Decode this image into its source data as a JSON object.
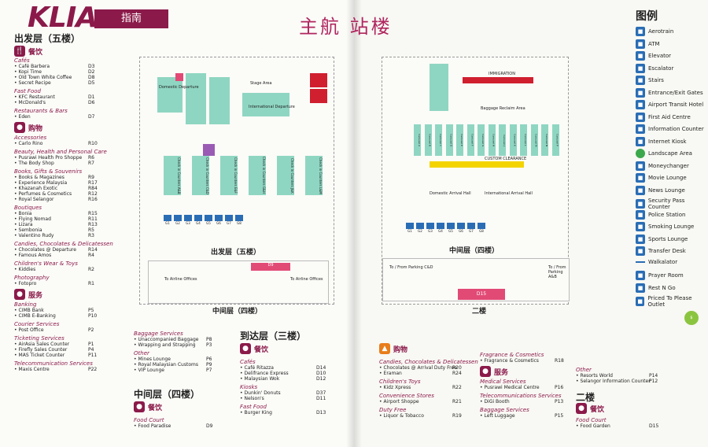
{
  "brand": "KLIA",
  "guide_tag": "指南",
  "main_title": "主航 站楼",
  "left_column": {
    "heading": "出发层（五楼）",
    "food_label": "餐饮",
    "shopping_label": "购物",
    "services_label": "服务",
    "groups": {
      "cafes": {
        "title": "Cafés",
        "items": [
          {
            "name": "Café Barbera",
            "code": "D3"
          },
          {
            "name": "Kopi Time",
            "code": "D2"
          },
          {
            "name": "Old Town White Coffee",
            "code": "D8"
          },
          {
            "name": "Secret Recipe",
            "code": "D5"
          }
        ]
      },
      "fast_food": {
        "title": "Fast Food",
        "items": [
          {
            "name": "KFC Restaurant",
            "code": "D1"
          },
          {
            "name": "McDonald's",
            "code": "D6"
          }
        ]
      },
      "restaurants": {
        "title": "Restaurants & Bars",
        "items": [
          {
            "name": "Eden",
            "code": "D7"
          }
        ]
      },
      "accessories": {
        "title": "Accessories",
        "items": [
          {
            "name": "Carlo Rino",
            "code": "R10"
          }
        ]
      },
      "beauty": {
        "title": "Beauty, Health and Personal Care",
        "items": [
          {
            "name": "Pusrawi Health Pro Shoppe",
            "code": "R6"
          },
          {
            "name": "The Body Shop",
            "code": "R7"
          }
        ]
      },
      "books": {
        "title": "Books, Gifts & Souvenirs",
        "items": [
          {
            "name": "Books & Magazines",
            "code": "R9"
          },
          {
            "name": "Experience Malaysia",
            "code": "R17"
          },
          {
            "name": "Khazanah Exotic",
            "code": "R84"
          },
          {
            "name": "Perfumes & Cosmetics",
            "code": "R12"
          },
          {
            "name": "Royal Selangor",
            "code": "R16"
          }
        ]
      },
      "boutiques": {
        "title": "Boutiques",
        "items": [
          {
            "name": "Bonia",
            "code": "R15"
          },
          {
            "name": "Flying Nomad",
            "code": "R11"
          },
          {
            "name": "Lizara",
            "code": "R13"
          },
          {
            "name": "Sembonia",
            "code": "R5"
          },
          {
            "name": "Valentino Rudy",
            "code": "R3"
          }
        ]
      },
      "candies": {
        "title": "Candies, Chocolates & Delicatessen",
        "items": [
          {
            "name": "Chocolates @ Departure",
            "code": "R14"
          },
          {
            "name": "Famous Amos",
            "code": "R4"
          }
        ]
      },
      "children": {
        "title": "Children's Wear & Toys",
        "items": [
          {
            "name": "Kiddies",
            "code": "R2"
          }
        ]
      },
      "photography": {
        "title": "Photography",
        "items": [
          {
            "name": "Fotopro",
            "code": "R1"
          }
        ]
      },
      "banking": {
        "title": "Banking",
        "items": [
          {
            "name": "CIMB Bank",
            "code": "P5"
          },
          {
            "name": "CIMB E-Banking",
            "code": "P10"
          }
        ]
      },
      "courier": {
        "title": "Courier Services",
        "items": [
          {
            "name": "Post Office",
            "code": "P2"
          }
        ]
      },
      "ticketing": {
        "title": "Ticketing Services",
        "items": [
          {
            "name": "AirAsia Sales Counter",
            "code": "P1"
          },
          {
            "name": "Firefly Sales Counter",
            "code": "P4"
          },
          {
            "name": "MAS Ticket Counter",
            "code": "P11"
          }
        ]
      },
      "telecom": {
        "title": "Telecommunication Services",
        "items": [
          {
            "name": "Maxis Centre",
            "code": "P22"
          }
        ]
      }
    }
  },
  "left_map": {
    "label_depart": "出发层（五楼）",
    "label_mezz": "中间层（四楼）",
    "domestic_departure": "Domestic Departure",
    "stage_area": "Stage Area",
    "international_departure": "International Departure",
    "to_airline_offices": "To Airline Offices",
    "checkin_labels": [
      "Check in Counters A&B",
      "Check in Counters C&D",
      "Check in Counters E&F",
      "Check in Counters G&H",
      "Check in Counters J&K",
      "Check in Counters L&M"
    ],
    "gates": [
      "G1",
      "G2",
      "G3",
      "G4",
      "G5",
      "G6",
      "G7",
      "G8"
    ],
    "d9": "D9"
  },
  "middle_column": {
    "baggage": {
      "title": "Baggage Services",
      "items": [
        {
          "name": "Unaccompanied Baggage",
          "code": "P8"
        },
        {
          "name": "Wrapping and Strapping",
          "code": "P3"
        }
      ]
    },
    "other": {
      "title": "Other",
      "items": [
        {
          "name": "Mines Lounge",
          "code": "P6"
        },
        {
          "name": "Royal Malaysian Customs",
          "code": "P9"
        },
        {
          "name": "VIP Lounge",
          "code": "P7"
        }
      ]
    },
    "mezz_heading": "中间层（四楼）",
    "food_label": "餐饮",
    "food_court": {
      "title": "Food Court",
      "items": [
        {
          "name": "Food Paradise",
          "code": "D9"
        }
      ]
    },
    "arrival_heading": "到达层（三楼）",
    "arrival_food_label": "餐饮",
    "arrival_cafes": {
      "title": "Cafés",
      "items": [
        {
          "name": "Café Ritazza",
          "code": "D14"
        },
        {
          "name": "Delifrance Express",
          "code": "D10"
        },
        {
          "name": "Malaysian Wok",
          "code": "D12"
        }
      ]
    },
    "kiosks": {
      "title": "Kiosks",
      "items": [
        {
          "name": "Dunkin' Donuts",
          "code": "D37"
        },
        {
          "name": "Nelson's",
          "code": "D11"
        }
      ]
    },
    "fast_food": {
      "title": "Fast Food",
      "items": [
        {
          "name": "Burger King",
          "code": "D13"
        }
      ]
    }
  },
  "right_map": {
    "label_mid": "中间层（四楼）",
    "label_second": "二楼",
    "immigration": "IMMIGRATION",
    "baggage_reclaim": "Baggage Reclaim Area",
    "custom_clearance": "CUSTOM CLEARANCE",
    "domestic_arrival": "Domestic Arrival Hall",
    "international_arrival": "International Arrival Hall",
    "to_parking_cd": "To / From Parking C&D",
    "to_parking_ab": "To / From Parking A&B",
    "d15": "D15",
    "carousels": [
      "Carousel A",
      "Carousel B",
      "Carousel C",
      "Carousel D",
      "Carousel E",
      "Carousel F",
      "Carousel G",
      "Carousel H",
      "Carousel J",
      "Carousel K",
      "Carousel L",
      "Carousel M",
      "Carousel N",
      "Carousel P"
    ],
    "gates": [
      "G1",
      "G2",
      "G3",
      "G4",
      "G5",
      "G6",
      "G7",
      "G8"
    ]
  },
  "right_column": {
    "shopping_label": "购物",
    "candies": {
      "title": "Candies, Chocolates & Delicatessen",
      "items": [
        {
          "name": "Chocolates @ Arrival Duty Free",
          "code": "R20"
        },
        {
          "name": "Eraman",
          "code": "R24"
        }
      ]
    },
    "children": {
      "title": "Children's Toys",
      "items": [
        {
          "name": "Kidz Xpress",
          "code": "R22"
        }
      ]
    },
    "convenience": {
      "title": "Convenience Stores",
      "items": [
        {
          "name": "Airport Shoppe",
          "code": "R21"
        }
      ]
    },
    "duty_free": {
      "title": "Duty Free",
      "items": [
        {
          "name": "Liquor & Tobacco",
          "code": "R19"
        }
      ]
    },
    "fragrance": {
      "title": "Fragrance & Cosmetics",
      "items": [
        {
          "name": "Fragrance & Cosmetics",
          "code": "R18"
        }
      ]
    },
    "services_label": "服务",
    "medical": {
      "title": "Medical Services",
      "items": [
        {
          "name": "Pusrawi Medical Centre",
          "code": "P16"
        }
      ]
    },
    "telecom": {
      "title": "Telecommunications Services",
      "items": [
        {
          "name": "DiGi Booth",
          "code": "P13"
        }
      ]
    },
    "baggage": {
      "title": "Baggage Services",
      "items": [
        {
          "name": "Left Luggage",
          "code": "P15"
        }
      ]
    },
    "other": {
      "title": "Other",
      "items": [
        {
          "name": "Resorts World",
          "code": "P14"
        },
        {
          "name": "Selangor Information Counter",
          "code": "P12"
        }
      ]
    },
    "second_heading": "二楼",
    "food_label": "餐饮",
    "food_court": {
      "title": "Food Court",
      "items": [
        {
          "name": "Food Garden",
          "code": "D15"
        }
      ]
    }
  },
  "legend": {
    "title": "图例",
    "items": [
      {
        "label": "Aerotrain",
        "icon": "train-icon"
      },
      {
        "label": "ATM",
        "icon": "atm-icon"
      },
      {
        "label": "Elevator",
        "icon": "elevator-icon"
      },
      {
        "label": "Escalator",
        "icon": "escalator-icon"
      },
      {
        "label": "Stairs",
        "icon": "stairs-icon"
      },
      {
        "label": "Entrance/Exit Gates",
        "icon": "gate-icon"
      },
      {
        "label": "Airport Transit Hotel",
        "icon": "hotel-icon"
      },
      {
        "label": "First Aid Centre",
        "icon": "first-aid-icon"
      },
      {
        "label": "Information Counter",
        "icon": "info-icon"
      },
      {
        "label": "Internet Kiosk",
        "icon": "internet-icon"
      },
      {
        "label": "Landscape Area",
        "icon": "landscape-icon"
      },
      {
        "label": "Moneychanger",
        "icon": "money-icon"
      },
      {
        "label": "Movie Lounge",
        "icon": "movie-icon"
      },
      {
        "label": "News Lounge",
        "icon": "news-icon"
      },
      {
        "label": "Security Pass Counter",
        "icon": "security-icon"
      },
      {
        "label": "Police Station",
        "icon": "police-icon"
      },
      {
        "label": "Smoking Lounge",
        "icon": "smoking-icon"
      },
      {
        "label": "Sports Lounge",
        "icon": "sports-icon"
      },
      {
        "label": "Transfer Desk",
        "icon": "transfer-icon"
      },
      {
        "label": "Walkalator",
        "icon": "walkalator-icon"
      },
      {
        "label": "Prayer Room",
        "icon": "prayer-icon"
      },
      {
        "label": "Rest N Go",
        "icon": "rest-icon"
      },
      {
        "label": "Priced To Please Outlet",
        "icon": "price-icon"
      }
    ]
  }
}
